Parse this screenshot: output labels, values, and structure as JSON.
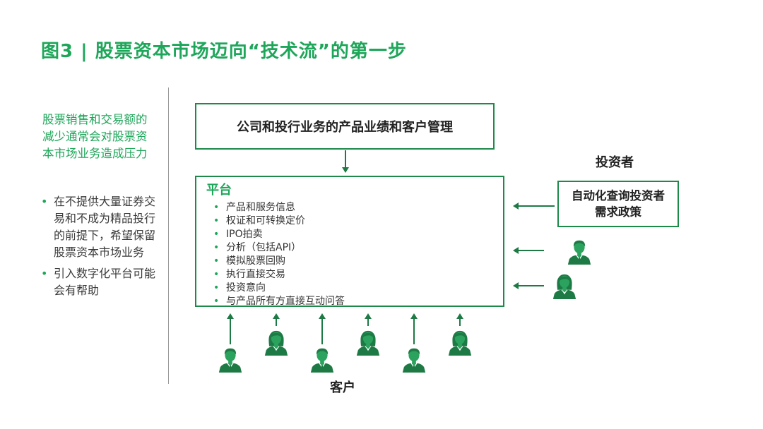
{
  "title": "图3 | 股票资本市场迈向“技术流”的第一步",
  "left_heading": "股票销售和交易额的减少通常会对股票资本市场业务造成压力",
  "left_bullets": [
    "在不提供大量证券交易和不成为精品投行的前提下，希望保留股票资本市场业务",
    "引入数字化平台可能会有帮助"
  ],
  "top_box": "公司和投行业务的产品业绩和客户管理",
  "platform": {
    "title": "平台",
    "items": [
      "产品和服务信息",
      "权证和可转换定价",
      "IPO拍卖",
      "分析（包括API）",
      "模拟股票回购",
      "执行直接交易",
      "投资意向",
      "与产品所有方直接互动问答"
    ]
  },
  "investor_label": "投资者",
  "auto_box": "自动化查询投资者需求政策",
  "client_label": "客户",
  "colors": {
    "accent": "#1ea65a",
    "dark_green": "#1e7a45",
    "border": "#1e8a4a"
  },
  "icons": {
    "person": "person-icon"
  }
}
